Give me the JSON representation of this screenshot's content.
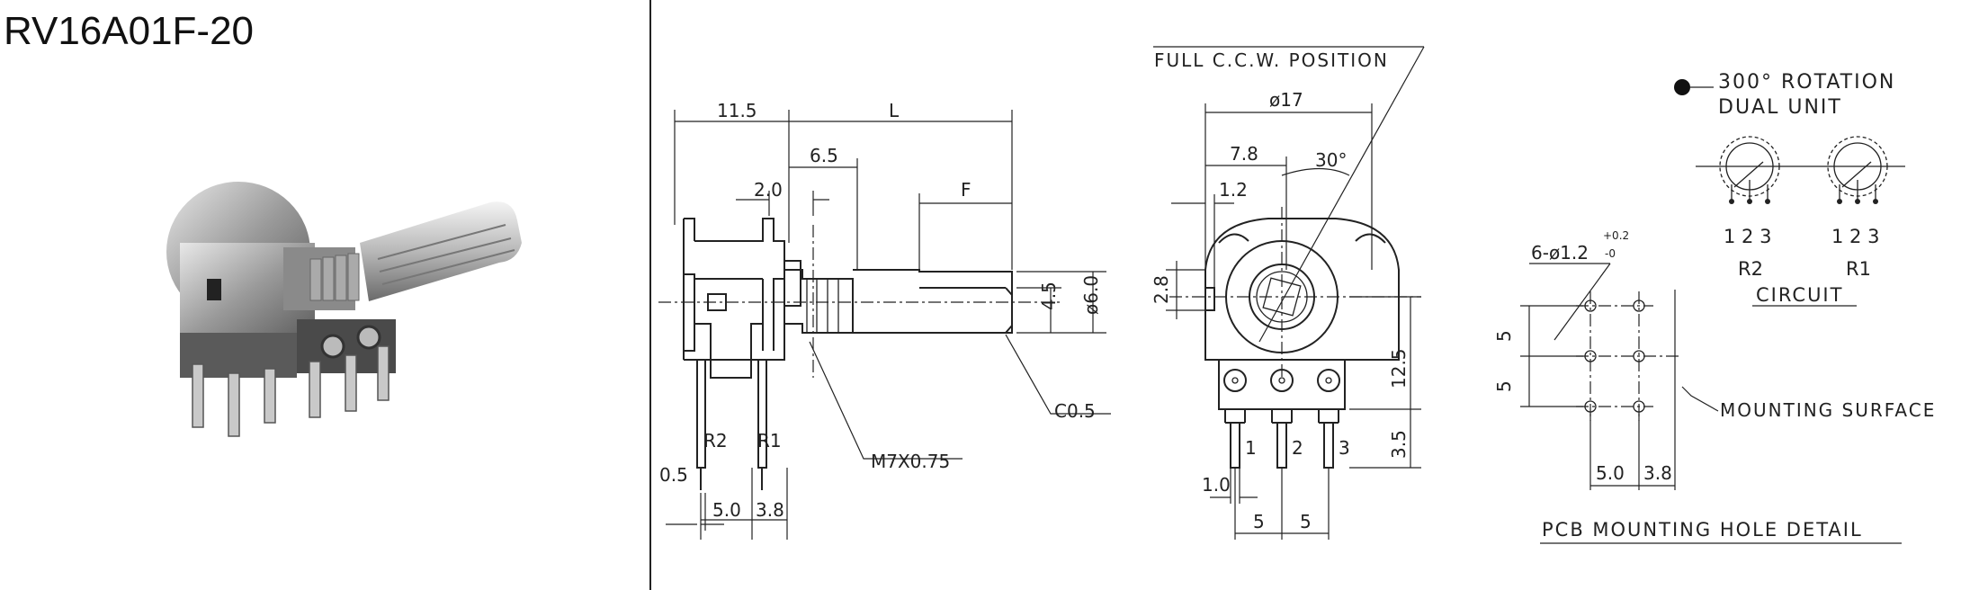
{
  "product": {
    "model": "RV16A01F-20"
  },
  "side_view": {
    "dim_11_5": "11.5",
    "dim_L": "L",
    "dim_6_5": "6.5",
    "dim_2_0": "2.0",
    "dim_F": "F",
    "dim_4_5": "4.5",
    "dim_dia6": "ø6.0",
    "label_r2": "R2",
    "label_r1": "R1",
    "dim_0_5": "0.5",
    "dim_5_0": "5.0",
    "dim_3_8": "3.8",
    "thread": "M7X0.75",
    "chamfer": "C0.5"
  },
  "front_view": {
    "note": "FULL C.C.W. POSITION",
    "dim_dia17": "ø17",
    "dim_7_8": "7.8",
    "angle": "30°",
    "dim_1_2": "1.2",
    "dim_2_8": "2.8",
    "dim_12_5": "12.5",
    "dim_3_5": "3.5",
    "dim_1_0": "1.0",
    "pin1": "1",
    "pin2": "2",
    "pin3": "3",
    "pitch_a": "5",
    "pitch_b": "5"
  },
  "circuit": {
    "rotation_line1": "300° ROTATION",
    "rotation_line2": "DUAL UNIT",
    "pins_left": "1 2 3",
    "pins_right": "1 2 3",
    "left_label": "R2",
    "right_label": "R1",
    "caption": "CIRCUIT"
  },
  "pcb": {
    "holes_base": "6-ø1.2",
    "tol_upper": "+0.2",
    "tol_lower": "-0",
    "pitch_v1": "5",
    "pitch_v2": "5",
    "pitch_h": "5.0",
    "offset_h": "3.8",
    "mounting_surface": "MOUNTING SURFACE",
    "caption": "PCB MOUNTING HOLE DETAIL"
  }
}
